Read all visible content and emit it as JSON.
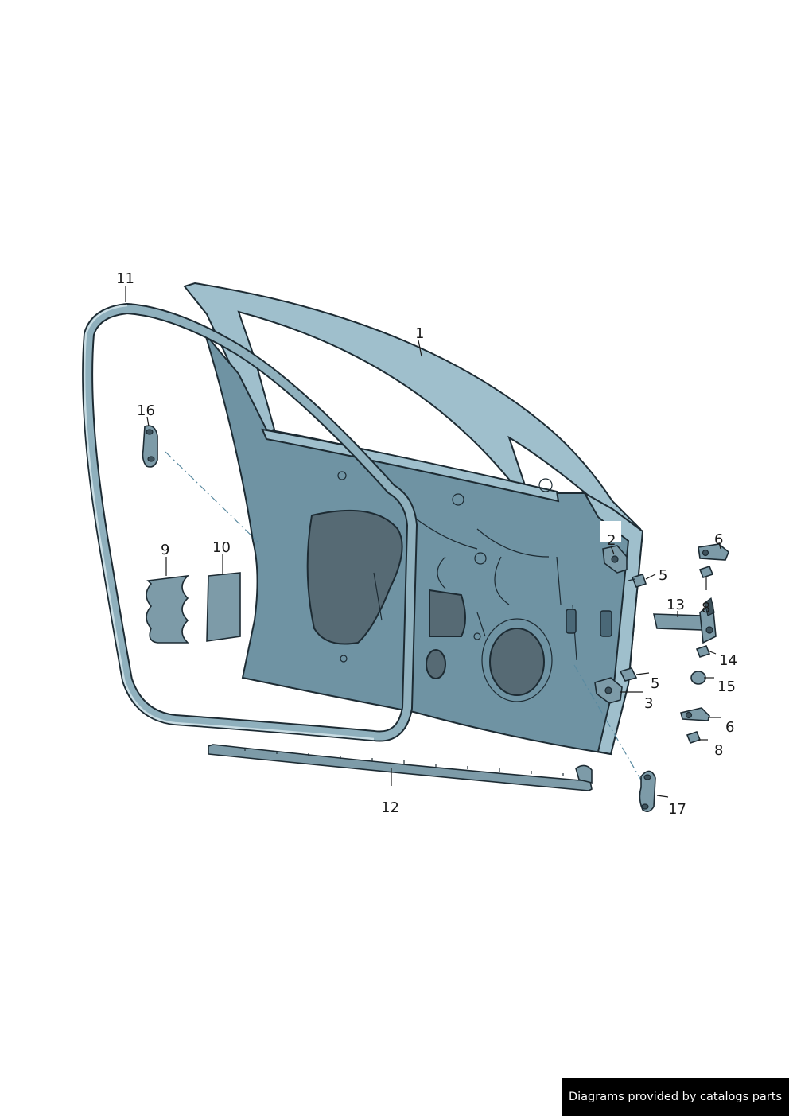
{
  "callouts": {
    "c1": "1",
    "c2": "2",
    "c3": "3",
    "c5a": "5",
    "c5b": "5",
    "c6a": "6",
    "c6b": "6",
    "c8a": "8",
    "c8b": "8",
    "c9": "9",
    "c10": "10",
    "c11": "11",
    "c12": "12",
    "c13": "13",
    "c14": "14",
    "c15": "15",
    "c16": "16",
    "c17": "17"
  },
  "watermark": "Diagrams provided by catalogs parts",
  "colors": {
    "panel": "#6f93a3",
    "frame": "#9fbfcc",
    "ink": "#1d2b33",
    "watermark_bg": "#000000"
  }
}
